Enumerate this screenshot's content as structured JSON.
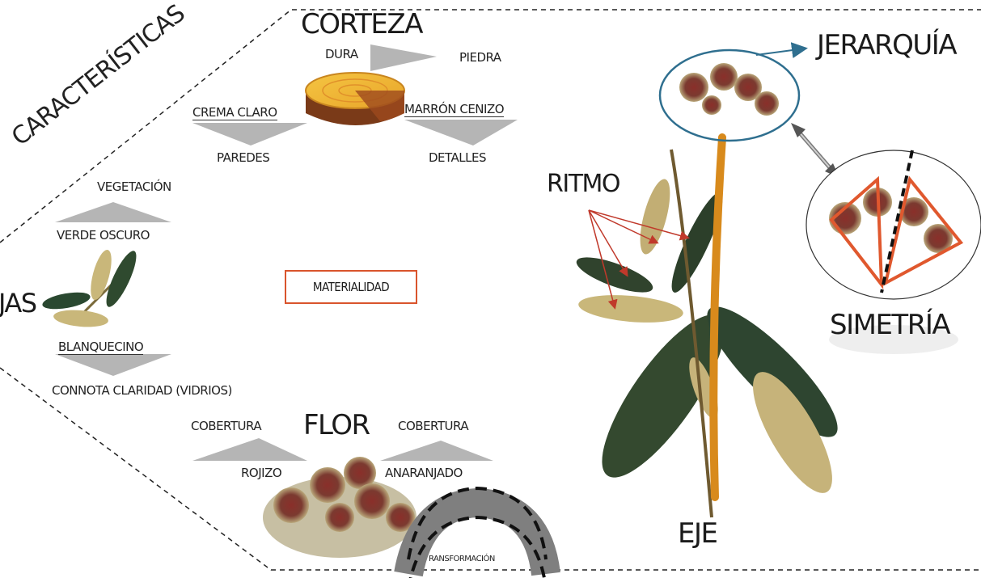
{
  "title_corteza": "CORTEZA",
  "title_flor": "FLOR",
  "title_caracteristicas": "CARACTERÍSTICAS",
  "title_jas": "JAS",
  "center_box": "MATERIALIDAD",
  "corteza": {
    "dura": "DURA",
    "piedra": "PIEDRA",
    "crema_claro": "CREMA CLARO",
    "paredes": "PAREDES",
    "marron_cenizo": "MARRÓN CENIZO",
    "detalles": "DETALLES"
  },
  "hojas": {
    "vegetacion": "VEGETACIÓN",
    "verde_oscuro": "VERDE OSCURO",
    "blanquecino": "BLANQUECINO",
    "connota": "CONNOTA CLARIDAD (VIDRIOS)"
  },
  "flor": {
    "cobertura_left": "COBERTURA",
    "rojizo": "ROJIZO",
    "cobertura_right": "COBERTURA",
    "anaranjado": "ANARANJADO",
    "transformacion": "RANSFORMACIÓN"
  },
  "plant_labels": {
    "jerarquia": "JERARQUÍA",
    "ritmo": "RITMO",
    "simetria": "SIMETRÍA",
    "eje": "EJE"
  },
  "colors": {
    "accent_orange": "#d9542c",
    "axis_orange": "#d88a1c",
    "circle_blue": "#2f6f8f",
    "arrow_red": "#c0392b",
    "triangle_gray": "#b5b5b5"
  }
}
